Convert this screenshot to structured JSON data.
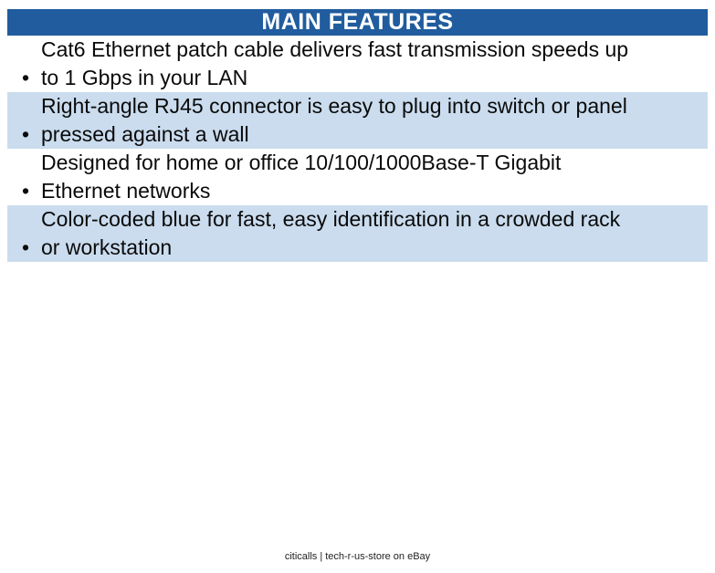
{
  "header": {
    "title": "MAIN FEATURES"
  },
  "bullet_char": "•",
  "features": [
    {
      "lines": [
        "Cat6 Ethernet patch cable delivers fast transmission speeds up",
        "to 1 Gbps in your LAN"
      ],
      "highlighted": false
    },
    {
      "lines": [
        "Right-angle RJ45 connector is easy to plug into switch or panel",
        "pressed against a wall"
      ],
      "highlighted": true
    },
    {
      "lines": [
        "Designed for home or office 10/100/1000Base-T Gigabit",
        "Ethernet networks"
      ],
      "highlighted": false
    },
    {
      "lines": [
        "Color-coded blue for fast, easy identification in a crowded rack",
        "or workstation"
      ],
      "highlighted": true
    }
  ],
  "footer": {
    "text": "citicalls | tech-r-us-store on eBay"
  },
  "colors": {
    "header_bg": "#205C9E",
    "header_text": "#FFFFFF",
    "row_highlight": "#CADCEE",
    "body_text": "#0A0A0A"
  }
}
